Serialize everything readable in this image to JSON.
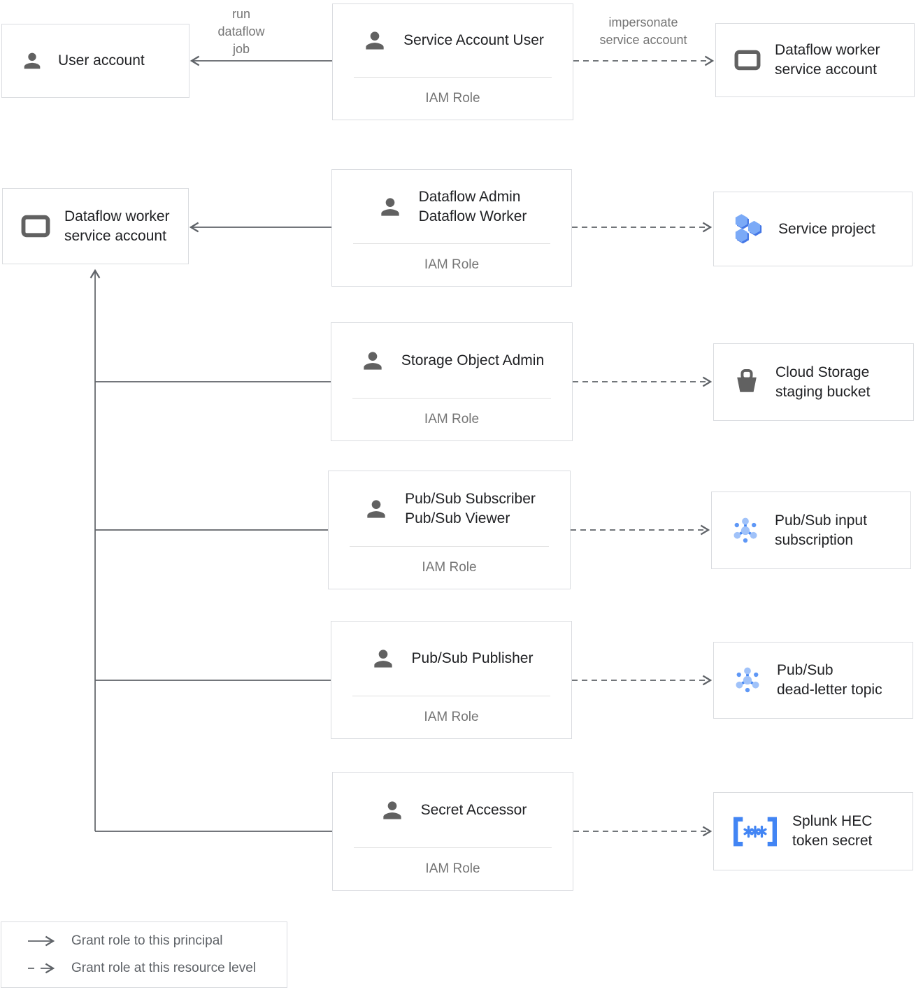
{
  "diagram": "Dataflow to Splunk IAM roles",
  "colors": {
    "box_border": "#dadce0",
    "line": "#5f6368",
    "title_text": "#202124",
    "muted_text": "#757575",
    "icon_gray": "#616161",
    "google_blue": "#4285f4",
    "blue_light": "#a0c2f9",
    "blue_mid": "#5e97f6",
    "hex_light": "#7baaf7",
    "hex_dark": "#4477e6"
  },
  "edges": {
    "run_label": [
      "run",
      "dataflow",
      "job"
    ],
    "impersonate_label": [
      "impersonate",
      "service account"
    ]
  },
  "boxes": {
    "user_account": {
      "icon": "person-icon",
      "lines": [
        "User account"
      ]
    },
    "dataflow_worker_sa_top": {
      "icon": "service-account-icon",
      "lines": [
        "Dataflow worker",
        "service account"
      ]
    },
    "dataflow_worker_sa_left": {
      "icon": "service-account-icon",
      "lines": [
        "Dataflow worker",
        "service account"
      ]
    },
    "service_project": {
      "icon": "project-icon",
      "lines": [
        "Service project"
      ]
    },
    "cloud_storage_bucket": {
      "icon": "bucket-icon",
      "lines": [
        "Cloud Storage",
        "staging bucket"
      ]
    },
    "pubsub_input_subscription": {
      "icon": "pubsub-icon",
      "lines": [
        "Pub/Sub input",
        "subscription"
      ]
    },
    "pubsub_dead_letter_topic": {
      "icon": "pubsub-icon",
      "lines": [
        "Pub/Sub",
        "dead-letter topic"
      ]
    },
    "splunk_hec_token_secret": {
      "icon": "secret-icon",
      "lines": [
        "Splunk HEC",
        "token secret"
      ]
    }
  },
  "roles": {
    "service_account_user": {
      "icon": "person-icon",
      "lines": [
        "Service Account User"
      ],
      "sub": "IAM Role"
    },
    "dataflow_admin_worker": {
      "icon": "person-icon",
      "lines": [
        "Dataflow Admin",
        "Dataflow Worker"
      ],
      "sub": "IAM Role"
    },
    "storage_object_admin": {
      "icon": "person-icon",
      "lines": [
        "Storage Object Admin"
      ],
      "sub": "IAM Role"
    },
    "pubsub_subscriber_viewer": {
      "icon": "person-icon",
      "lines": [
        "Pub/Sub Subscriber",
        "Pub/Sub Viewer"
      ],
      "sub": "IAM Role"
    },
    "pubsub_publisher": {
      "icon": "person-icon",
      "lines": [
        "Pub/Sub Publisher"
      ],
      "sub": "IAM Role"
    },
    "secret_accessor": {
      "icon": "person-icon",
      "lines": [
        "Secret Accessor"
      ],
      "sub": "IAM Role"
    }
  },
  "legend": {
    "solid_label": "Grant role to this principal",
    "dashed_label": "Grant role at this resource level"
  }
}
